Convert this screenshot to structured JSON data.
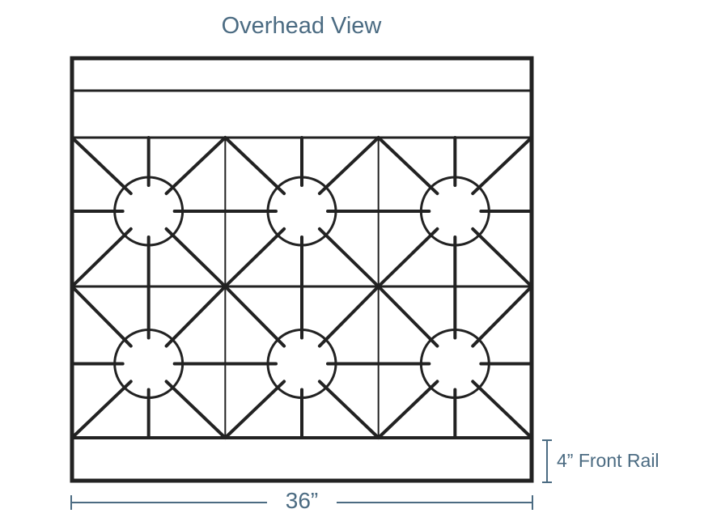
{
  "title": "Overhead View",
  "width_label": "36”",
  "rail_label": "4” Front Rail",
  "colors": {
    "outline": "#222222",
    "annotation": "#4b6b82"
  },
  "burners": {
    "rows": 2,
    "columns": 3
  }
}
